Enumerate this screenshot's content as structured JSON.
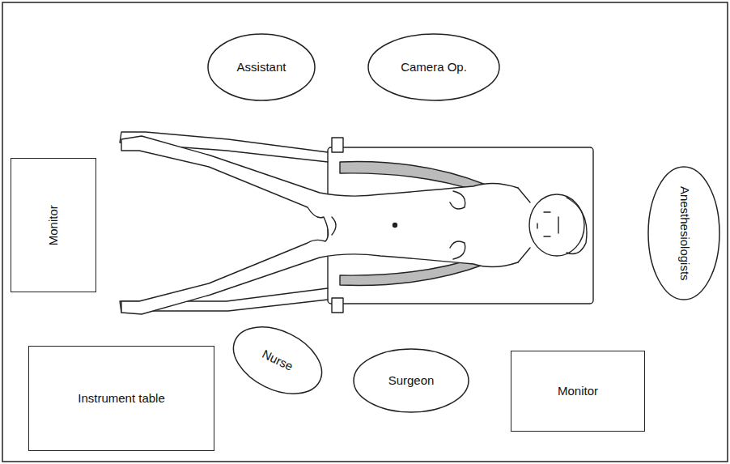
{
  "diagram": {
    "nodes": [
      {
        "text": [
          "Assistant"
        ]
      },
      {
        "text": [
          "Camera Op."
        ]
      },
      {
        "text": [
          "Monitor"
        ]
      },
      {
        "text": [
          "Anesthesiologists"
        ]
      },
      {
        "text": [
          "Nurse"
        ]
      },
      {
        "text": [
          "Surgeon"
        ]
      },
      {
        "text": [
          "Instrument table"
        ]
      },
      {
        "text": [
          "Monitor"
        ]
      }
    ]
  }
}
